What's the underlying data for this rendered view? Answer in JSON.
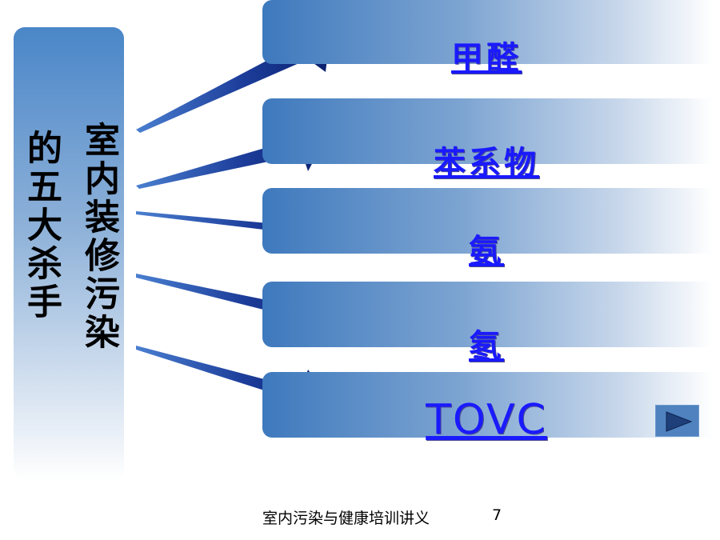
{
  "left_panel": {
    "title_col_1": "室内装修污染",
    "title_col_2": "的五大杀手"
  },
  "categories": [
    {
      "label": "甲醛"
    },
    {
      "label": "苯系物"
    },
    {
      "label": "氨"
    },
    {
      "label": "氡"
    },
    {
      "label": "TOVC"
    }
  ],
  "navigation": {
    "next_icon": "play-triangle-icon"
  },
  "footer": {
    "text": "室内污染与健康培训讲义",
    "page_number": "7"
  },
  "colors": {
    "link": "#1a1aff",
    "panel_blue": "#3e79bd",
    "arrow_dark": "#0b1f6b",
    "arrow_light": "#4a7fd0"
  }
}
